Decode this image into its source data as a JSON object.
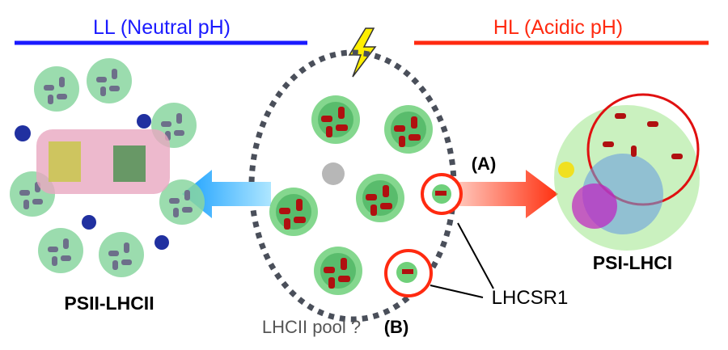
{
  "headers": {
    "left": "LL (Neutral pH)",
    "right": "HL (Acidic pH)"
  },
  "labels": {
    "psii": "PSII-LHCII",
    "psi": "PSI-LHCI",
    "lhcsr": "LHCSR1",
    "pool": "LHCII pool ?",
    "a": "(A)",
    "b": "(B)"
  },
  "colors": {
    "low_light": "#1a1aff",
    "high_light": "#ff2a10",
    "dots": "#4a4f5a"
  }
}
